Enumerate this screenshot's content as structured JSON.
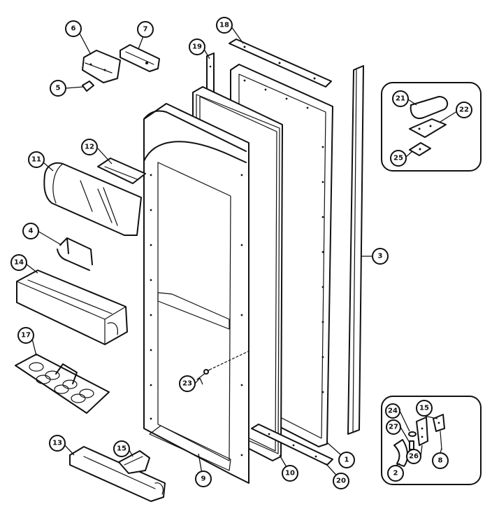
{
  "callouts": [
    {
      "id": "1",
      "label": "1"
    },
    {
      "id": "2",
      "label": "2"
    },
    {
      "id": "3",
      "label": "3"
    },
    {
      "id": "4",
      "label": "4"
    },
    {
      "id": "5",
      "label": "5"
    },
    {
      "id": "6",
      "label": "6"
    },
    {
      "id": "7",
      "label": "7"
    },
    {
      "id": "8",
      "label": "8"
    },
    {
      "id": "9",
      "label": "9"
    },
    {
      "id": "10",
      "label": "10"
    },
    {
      "id": "11",
      "label": "11"
    },
    {
      "id": "12",
      "label": "12"
    },
    {
      "id": "13",
      "label": "13"
    },
    {
      "id": "14",
      "label": "14"
    },
    {
      "id": "15a",
      "label": "15"
    },
    {
      "id": "15b",
      "label": "15"
    },
    {
      "id": "17",
      "label": "17"
    },
    {
      "id": "18",
      "label": "18"
    },
    {
      "id": "19",
      "label": "19"
    },
    {
      "id": "20",
      "label": "20"
    },
    {
      "id": "21",
      "label": "21"
    },
    {
      "id": "22",
      "label": "22"
    },
    {
      "id": "23",
      "label": "23"
    },
    {
      "id": "24",
      "label": "24"
    },
    {
      "id": "25",
      "label": "25"
    },
    {
      "id": "26",
      "label": "26"
    },
    {
      "id": "27",
      "label": "27"
    }
  ]
}
